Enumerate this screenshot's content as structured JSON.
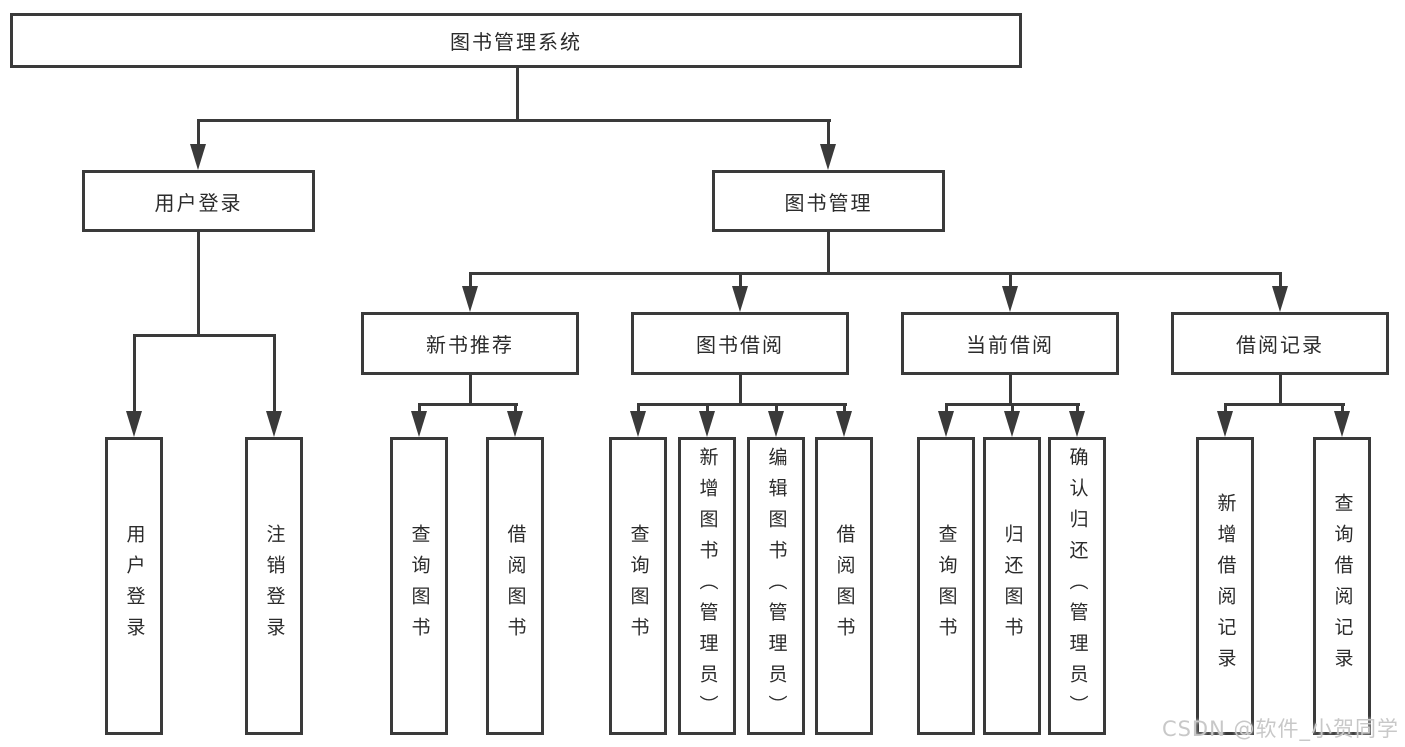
{
  "diagram": {
    "title_node": "图书管理系统",
    "branches": [
      {
        "label": "用户登录",
        "children": [
          {
            "label": "用户登录"
          },
          {
            "label": "注销登录"
          }
        ]
      },
      {
        "label": "图书管理",
        "children": [
          {
            "label": "新书推荐",
            "children": [
              {
                "label": "查询图书"
              },
              {
                "label": "借阅图书"
              }
            ]
          },
          {
            "label": "图书借阅",
            "children": [
              {
                "label": "查询图书"
              },
              {
                "label": "新增图书（管理员）"
              },
              {
                "label": "编辑图书（管理员）"
              },
              {
                "label": "借阅图书"
              }
            ]
          },
          {
            "label": "当前借阅",
            "children": [
              {
                "label": "查询图书"
              },
              {
                "label": "归还图书"
              },
              {
                "label": "确认归还（管理员）"
              }
            ]
          },
          {
            "label": "借阅记录",
            "children": [
              {
                "label": "新增借阅记录"
              },
              {
                "label": "查询借阅记录"
              }
            ]
          }
        ]
      }
    ]
  },
  "watermark": "CSDN @软件_小贺同学",
  "colors": {
    "line": "#3a3a3a",
    "text": "#2b2b2b",
    "watermark": "#c8c8c8",
    "background": "#ffffff"
  }
}
